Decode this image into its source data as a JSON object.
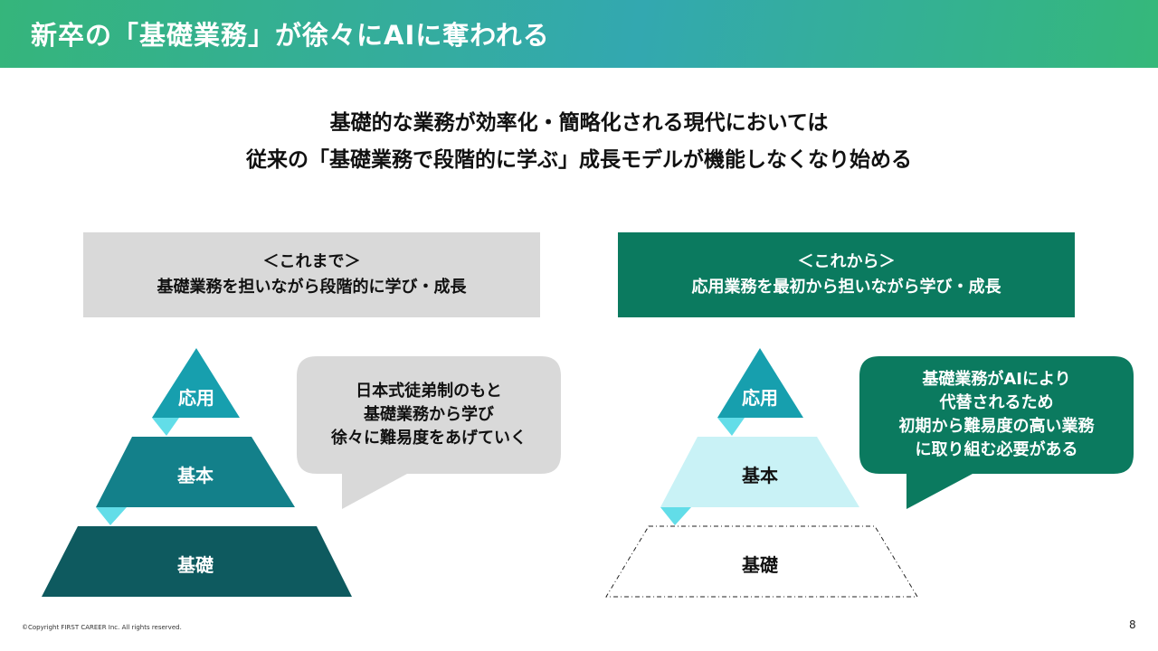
{
  "title": "新卒の「基礎業務」が徐々にAIに奪われる",
  "lead": [
    "基礎的な業務が効率化・簡略化される現代においては",
    "従来の「基礎業務で段階的に学ぶ」成長モデルが機能しなくなり始める"
  ],
  "left": {
    "heading": "＜これまで＞",
    "subheading": "基礎業務を担いながら段階的に学び・成長",
    "levels": [
      "応用",
      "基本",
      "基礎"
    ],
    "bubble": [
      "日本式徒弟制のもと",
      "基礎業務から学び",
      "徐々に難易度をあげていく"
    ]
  },
  "right": {
    "heading": "＜これから＞",
    "subheading": "応用業務を最初から担いながら学び・成長",
    "levels": [
      "応用",
      "基本",
      "基礎"
    ],
    "bubble": [
      "基礎業務がAIにより",
      "代替されるため",
      "初期から難易度の高い業務",
      "に取り組む必要がある"
    ]
  },
  "footer": {
    "copyright": "©Copyright FIRST CAREER Inc. All rights reserved.",
    "page": "8"
  },
  "colors": {
    "top": "#179fae",
    "mid": "#13808a",
    "base": "#0e5a5f",
    "connector": "#62dde8",
    "light": "#c9f2f6",
    "green": "#0b7a5f",
    "grey": "#d9d9d9"
  }
}
